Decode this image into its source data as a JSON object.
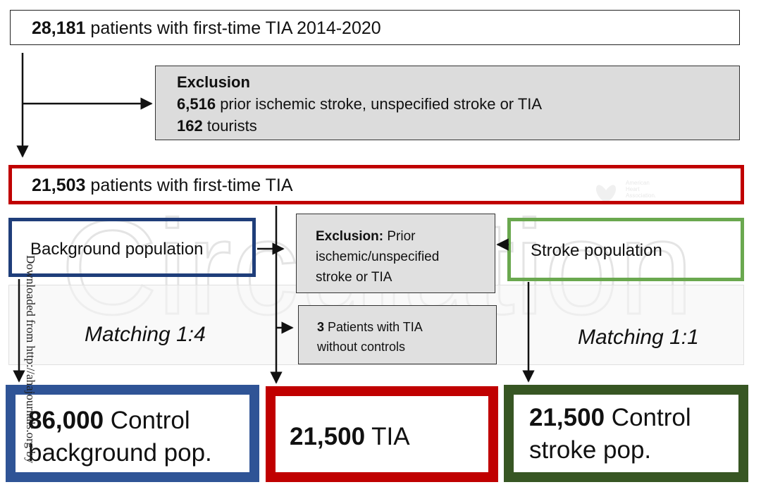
{
  "boxes": {
    "top": {
      "count": "28,181",
      "text": "patients with first-time TIA 2014-2020"
    },
    "exclusion1": {
      "title": "Exclusion",
      "line1_count": "6,516",
      "line1_text": "prior ischemic stroke, unspecified stroke or TIA",
      "line2_count": "162",
      "line2_text": "tourists"
    },
    "middle": {
      "count": "21,503",
      "text": "patients with first-time TIA"
    },
    "background": {
      "label": "Background population"
    },
    "exclusion2": {
      "bold": "Exclusion:",
      "line1": "Prior",
      "line2": "ischemic/unspecified",
      "line3": "stroke or TIA"
    },
    "stroke": {
      "label": "Stroke population"
    },
    "exclusion3": {
      "count": "3",
      "line1": "Patients with TIA",
      "line2": "without controls"
    },
    "matching_left": "Matching 1:4",
    "matching_right": "Matching 1:1",
    "control_background": {
      "count": "86,000",
      "line1": "Control",
      "line2": "background pop."
    },
    "tia": {
      "count": "21,500",
      "text": "TIA"
    },
    "control_stroke": {
      "count": "21,500",
      "line1": "Control",
      "line2": "stroke pop."
    }
  },
  "watermark": {
    "text": "Circulation",
    "logo_line1": "American",
    "logo_line2": "Heart",
    "logo_line3": "Association."
  },
  "side_note": "Downloaded from http://ahajournals.org by",
  "colors": {
    "red": "#c00000",
    "navy": "#1f3e7a",
    "blue": "#2f5496",
    "green_light": "#6aa84f",
    "green_dark": "#375623",
    "gray": "#dcdcdc"
  }
}
